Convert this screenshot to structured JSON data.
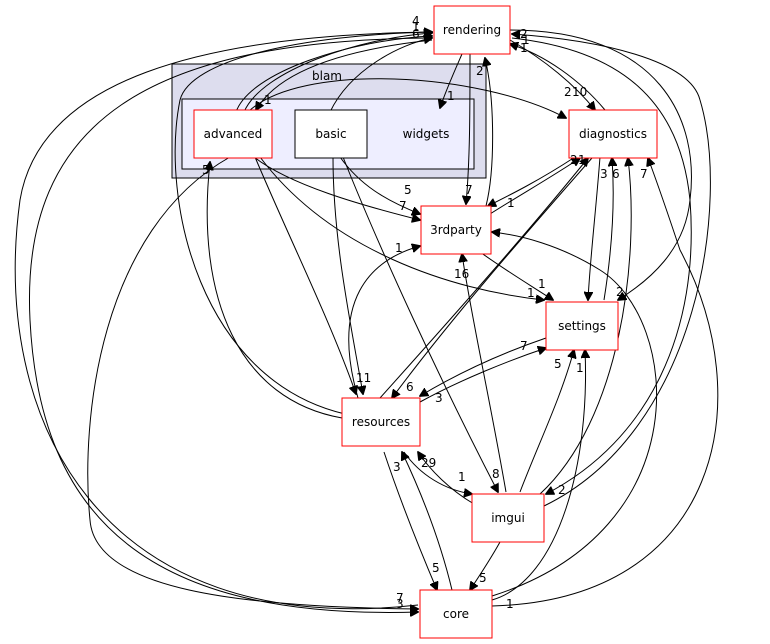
{
  "clusters": {
    "outer": {
      "label": "blam"
    },
    "inner": {
      "label": "widgets"
    }
  },
  "nodes": {
    "rendering": "rendering",
    "advanced": "advanced",
    "basic": "basic",
    "diagnostics": "diagnostics",
    "thirdparty": "3rdparty",
    "settings": "settings",
    "resources": "resources",
    "imgui": "imgui",
    "core": "core"
  },
  "colors": {
    "node_border": "#ff0000",
    "dir_border": "#000000",
    "outer_cluster_fill": "#ddddee",
    "inner_cluster_fill": "#eeeeff",
    "edge": "#000000"
  },
  "edge_labels": [
    "4",
    "1",
    "6",
    "1",
    "2",
    "1",
    "2",
    "10",
    "1",
    "5",
    "2",
    "7",
    "1",
    "7",
    "5",
    "1",
    "1",
    "16",
    "1",
    "3",
    "6",
    "7",
    "1",
    "2",
    "11",
    "6",
    "3",
    "7",
    "5",
    "1",
    "29",
    "1",
    "8",
    "2",
    "3",
    "5",
    "5",
    "7",
    "3",
    "1",
    "2",
    "1"
  ]
}
